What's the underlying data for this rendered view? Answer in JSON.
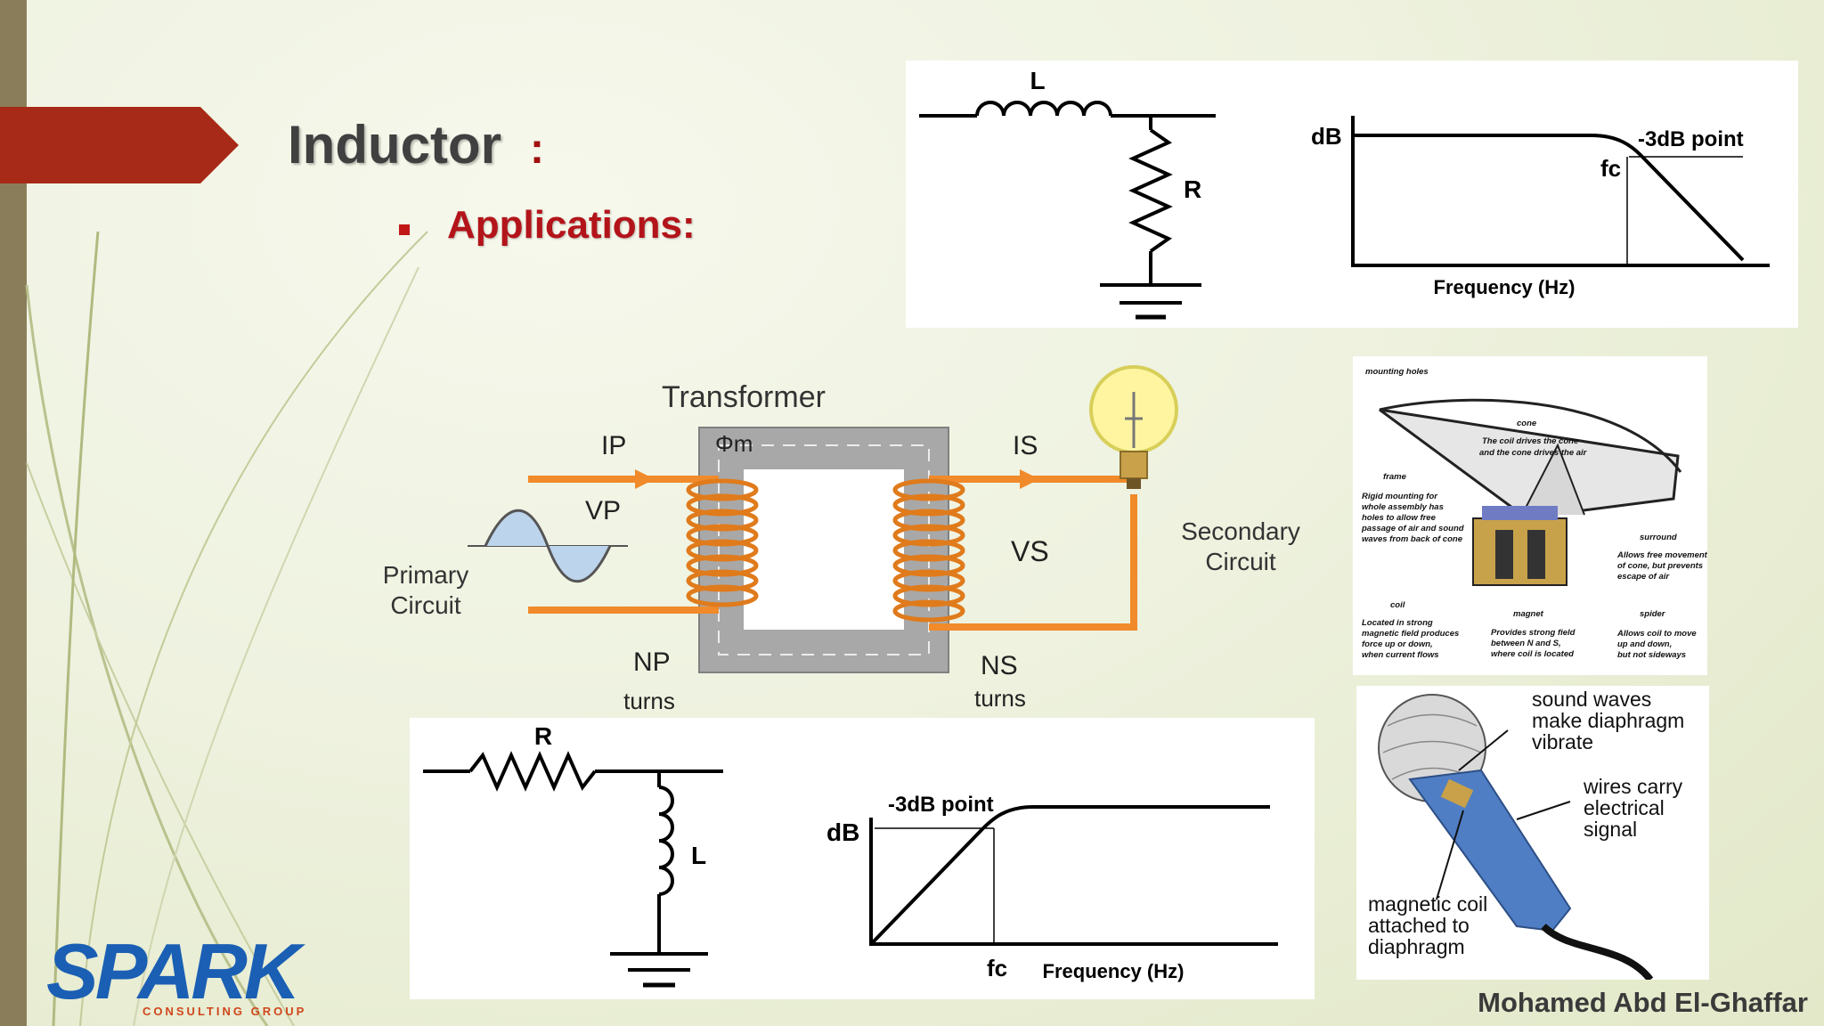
{
  "slide": {
    "title": "Inductor",
    "title_colon": ":",
    "subtitle": "Applications:",
    "author": "Mohamed Abd El-Ghaffar"
  },
  "logo": {
    "text": "SPARK",
    "subtitle": "CONSULTING GROUP"
  },
  "lowpass": {
    "inductor_label": "L",
    "resistor_label": "R",
    "db_label": "dB",
    "point_label": "-3dB point",
    "fc_label": "fc",
    "freq_label": "Frequency (Hz)"
  },
  "highpass": {
    "resistor_label": "R",
    "inductor_label": "L",
    "db_label": "dB",
    "point_label": "-3dB point",
    "fc_label": "fc",
    "freq_label": "Frequency (Hz)"
  },
  "transformer": {
    "title": "Transformer",
    "ip": "IP",
    "vp": "VP",
    "phi": "Φm",
    "is": "IS",
    "vs": "VS",
    "np": "NP",
    "np_turns": "turns",
    "ns": "NS",
    "ns_turns": "turns",
    "primary_1": "Primary",
    "primary_2": "Circuit",
    "secondary_1": "Secondary",
    "secondary_2": "Circuit"
  },
  "speaker": {
    "mounting_holes": "mounting holes",
    "cone": "cone",
    "cone_desc_1": "The coil drives the cone",
    "cone_desc_2": "and the cone drives the air",
    "frame": "frame",
    "frame_desc_1": "Rigid mounting for",
    "frame_desc_2": "whole assembly has",
    "frame_desc_3": "holes to allow free",
    "frame_desc_4": "passage of air and sound",
    "frame_desc_5": "waves from back of cone",
    "surround": "surround",
    "surround_desc_1": "Allows free movement",
    "surround_desc_2": "of cone, but prevents",
    "surround_desc_3": "escape of air",
    "coil": "coil",
    "coil_desc_1": "Located in strong",
    "coil_desc_2": "magnetic field produces",
    "coil_desc_3": "force up or down,",
    "coil_desc_4": "when current flows",
    "magnet": "magnet",
    "magnet_desc_1": "Provides strong field",
    "magnet_desc_2": "between N and S,",
    "magnet_desc_3": "where coil is located",
    "spider": "spider",
    "spider_desc_1": "Allows coil to move",
    "spider_desc_2": "up and down,",
    "spider_desc_3": "but not sideways"
  },
  "microphone": {
    "sound_1": "sound waves",
    "sound_2": "make diaphragm",
    "sound_3": "vibrate",
    "wires_1": "wires carry",
    "wires_2": "electrical",
    "wires_3": "signal",
    "coil_1": "magnetic coil",
    "coil_2": "attached to",
    "coil_3": "diaphragm"
  },
  "colors": {
    "accent_red": "#b3141a",
    "arrow_red": "#a62a17",
    "copper": "#f08a2a",
    "logo_blue": "#1a5fb4"
  }
}
